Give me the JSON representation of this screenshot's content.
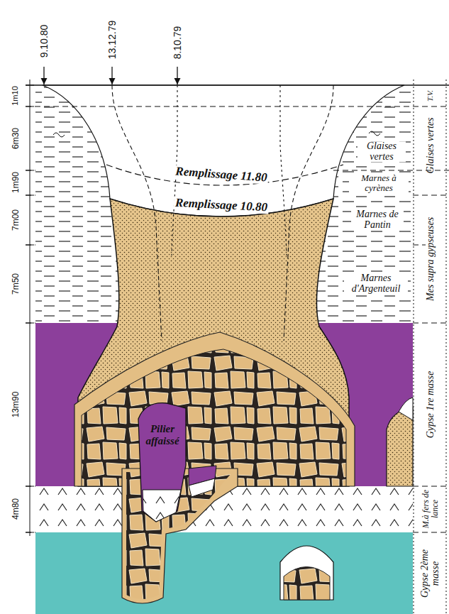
{
  "diagram": {
    "nodes": [
      {
        "text": [
          "Pilier affaissé"
        ]
      }
    ],
    "labels": [
      "9.10.80",
      "13.12.79",
      "8.10.79",
      "1m10",
      "6m30",
      "1m90",
      "7m00",
      "7m50",
      "13m90",
      "4m80",
      "T.V.",
      "Glaises vertes",
      "Marnes à cyrènes",
      "Marnes de Pantin",
      "Marnes d'Argenteuil",
      "Glaises vertes",
      "Mes supra gypseuses",
      "Gypse 1re masse",
      "M.à fers de lance",
      "Gypse 2ème masse",
      "Remplissage 11.80",
      "Remplissage 10.80"
    ]
  }
}
